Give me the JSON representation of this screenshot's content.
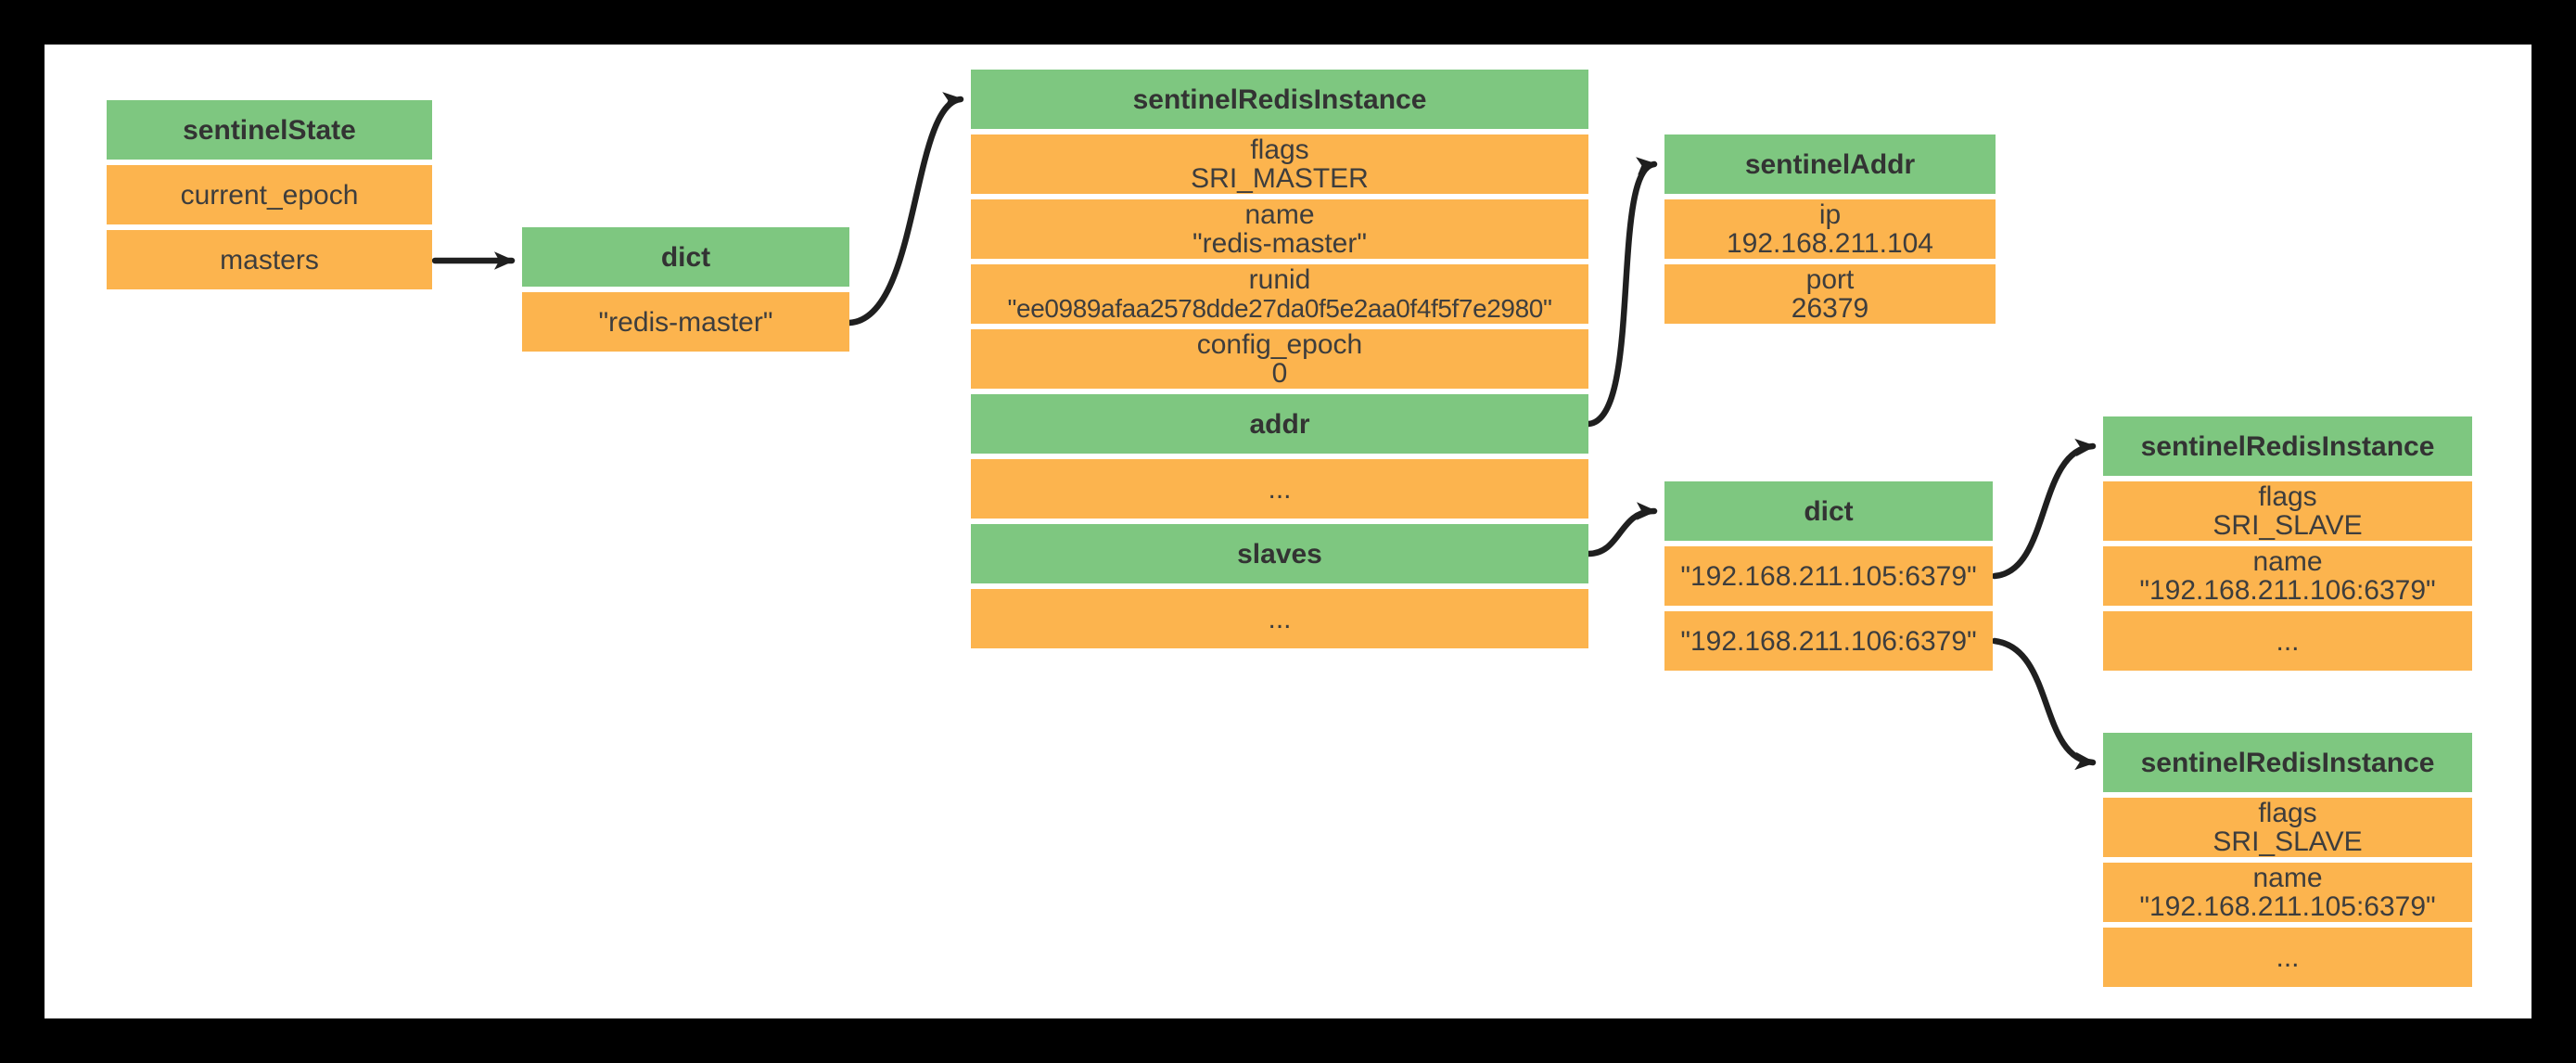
{
  "diagram": {
    "description": "Redis Sentinel state data structure diagram",
    "nodes": {
      "sentinel_state": {
        "title": "sentinelState",
        "field1": "current_epoch",
        "field2": "masters"
      },
      "dict_masters": {
        "title": "dict",
        "key1": "\"redis-master\""
      },
      "master_instance": {
        "title": "sentinelRedisInstance",
        "flags_label": "flags",
        "flags_value": "SRI_MASTER",
        "name_label": "name",
        "name_value": "\"redis-master\"",
        "runid_label": "runid",
        "runid_value": "\"ee0989afaa2578dde27da0f5e2aa0f4f5f7e2980\"",
        "config_epoch_label": "config_epoch",
        "config_epoch_value": "0",
        "addr_label": "addr",
        "addr_ellipsis": "...",
        "slaves_label": "slaves",
        "slaves_ellipsis": "..."
      },
      "sentinel_addr": {
        "title": "sentinelAddr",
        "ip_label": "ip",
        "ip_value": "192.168.211.104",
        "port_label": "port",
        "port_value": "26379"
      },
      "dict_slaves": {
        "title": "dict",
        "key1": "\"192.168.211.105:6379\"",
        "key2": "\"192.168.211.106:6379\""
      },
      "slave_instance_1": {
        "title": "sentinelRedisInstance",
        "flags_label": "flags",
        "flags_value": "SRI_SLAVE",
        "name_label": "name",
        "name_value": "\"192.168.211.106:6379\"",
        "ellipsis": "..."
      },
      "slave_instance_2": {
        "title": "sentinelRedisInstance",
        "flags_label": "flags",
        "flags_value": "SRI_SLAVE",
        "name_label": "name",
        "name_value": "\"192.168.211.105:6379\"",
        "ellipsis": "..."
      }
    },
    "edges": [
      {
        "from": "sentinelState.masters",
        "to": "dict (masters)"
      },
      {
        "from": "dict[\"redis-master\"]",
        "to": "sentinelRedisInstance (master)"
      },
      {
        "from": "sentinelRedisInstance.addr",
        "to": "sentinelAddr"
      },
      {
        "from": "sentinelRedisInstance.slaves",
        "to": "dict (slaves)"
      },
      {
        "from": "dict[\"192.168.211.105:6379\"]",
        "to": "sentinelRedisInstance (slave, name 192.168.211.106:6379)"
      },
      {
        "from": "dict[\"192.168.211.106:6379\"]",
        "to": "sentinelRedisInstance (slave, name 192.168.211.105:6379)"
      }
    ],
    "colors": {
      "header_green": "#7ec780",
      "cell_orange": "#fcb44e",
      "arrow_black": "#1f1f1f",
      "canvas_white": "#ffffff",
      "frame_black": "#000000",
      "text_dark": "#3d3d3d"
    }
  }
}
